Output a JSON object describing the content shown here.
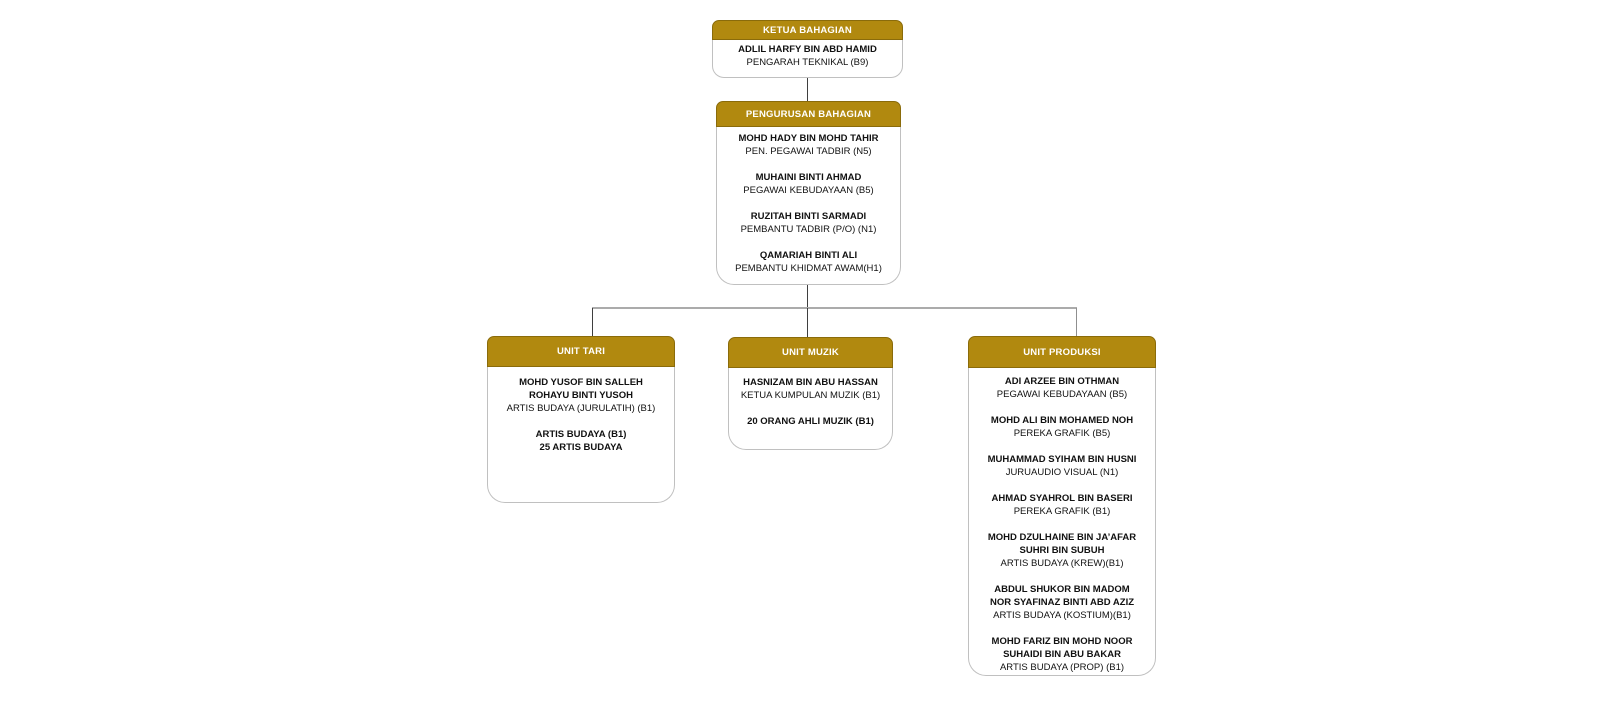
{
  "colors": {
    "header_background": "#B1890F",
    "header_border": "#8A6B0A",
    "header_text": "#FFFFFF",
    "body_border": "#C0C0C0",
    "body_text": "#111111",
    "connector_dark": "#3F3F3F",
    "connector_light": "#ABABAB"
  },
  "org_chart": {
    "connections": [
      {
        "from": "KETUA BAHAGIAN",
        "to": "PENGURUSAN BAHAGIAN"
      },
      {
        "from": "PENGURUSAN BAHAGIAN",
        "to": "UNIT TARI"
      },
      {
        "from": "PENGURUSAN BAHAGIAN",
        "to": "UNIT MUZIK"
      },
      {
        "from": "PENGURUSAN BAHAGIAN",
        "to": "UNIT PRODUKSI"
      }
    ],
    "boxes": [
      {
        "id": "ketua-bahagian",
        "title": "KETUA BAHAGIAN",
        "entries": [
          {
            "lines": [
              {
                "text": "ADLIL HARFY BIN ABD HAMID",
                "bold": true
              },
              {
                "text": "PENGARAH TEKNIKAL (B9)",
                "bold": false
              }
            ]
          }
        ]
      },
      {
        "id": "pengurusan-bahagian",
        "title": "PENGURUSAN BAHAGIAN",
        "entries": [
          {
            "lines": [
              {
                "text": "MOHD HADY BIN MOHD TAHIR",
                "bold": true
              },
              {
                "text": "PEN. PEGAWAI TADBIR (N5)",
                "bold": false
              }
            ]
          },
          {
            "lines": [
              {
                "text": "MUHAINI BINTI AHMAD",
                "bold": true
              },
              {
                "text": "PEGAWAI KEBUDAYAAN (B5)",
                "bold": false
              }
            ]
          },
          {
            "lines": [
              {
                "text": "RUZITAH BINTI SARMADI",
                "bold": true
              },
              {
                "text": "PEMBANTU TADBIR (P/O) (N1)",
                "bold": false
              }
            ]
          },
          {
            "lines": [
              {
                "text": "QAMARIAH BINTI ALI",
                "bold": true
              },
              {
                "text": "PEMBANTU KHIDMAT AWAM(H1)",
                "bold": false
              }
            ]
          }
        ]
      },
      {
        "id": "unit-tari",
        "title": "UNIT TARI",
        "entries": [
          {
            "lines": [
              {
                "text": "MOHD YUSOF BIN SALLEH",
                "bold": true
              },
              {
                "text": "ROHAYU BINTI YUSOH",
                "bold": true
              },
              {
                "text": "ARTIS BUDAYA (JURULATIH) (B1)",
                "bold": false
              }
            ]
          },
          {
            "lines": [
              {
                "text": "ARTIS BUDAYA (B1)",
                "bold": true
              },
              {
                "text": "25 ARTIS BUDAYA",
                "bold": true
              }
            ]
          }
        ]
      },
      {
        "id": "unit-muzik",
        "title": "UNIT MUZIK",
        "entries": [
          {
            "lines": [
              {
                "text": "HASNIZAM BIN ABU HASSAN",
                "bold": true
              },
              {
                "text": "KETUA KUMPULAN MUZIK (B1)",
                "bold": false
              }
            ]
          },
          {
            "lines": [
              {
                "text": "20 ORANG AHLI MUZIK (B1)",
                "bold": true
              }
            ]
          }
        ]
      },
      {
        "id": "unit-produksi",
        "title": "UNIT PRODUKSI",
        "entries": [
          {
            "lines": [
              {
                "text": "ADI ARZEE BIN OTHMAN",
                "bold": true
              },
              {
                "text": "PEGAWAI KEBUDAYAAN (B5)",
                "bold": false
              }
            ]
          },
          {
            "lines": [
              {
                "text": "MOHD ALI BIN MOHAMED NOH",
                "bold": true
              },
              {
                "text": "PEREKA GRAFIK (B5)",
                "bold": false
              }
            ]
          },
          {
            "lines": [
              {
                "text": "MUHAMMAD SYIHAM BIN HUSNI",
                "bold": true
              },
              {
                "text": "JURUAUDIO VISUAL (N1)",
                "bold": false
              }
            ]
          },
          {
            "lines": [
              {
                "text": "AHMAD SYAHROL BIN BASERI",
                "bold": true
              },
              {
                "text": "PEREKA GRAFIK (B1)",
                "bold": false
              }
            ]
          },
          {
            "lines": [
              {
                "text": "MOHD DZULHAINE BIN JA’AFAR",
                "bold": true
              },
              {
                "text": "SUHRI BIN SUBUH",
                "bold": true
              },
              {
                "text": "ARTIS BUDAYA (KREW)(B1)",
                "bold": false
              }
            ]
          },
          {
            "lines": [
              {
                "text": "ABDUL SHUKOR BIN MADOM",
                "bold": true
              },
              {
                "text": "NOR SYAFINAZ BINTI ABD AZIZ",
                "bold": true
              },
              {
                "text": "ARTIS BUDAYA (KOSTIUM)(B1)",
                "bold": false
              }
            ]
          },
          {
            "lines": [
              {
                "text": "MOHD FARIZ BIN MOHD NOOR",
                "bold": true
              },
              {
                "text": "SUHAIDI BIN ABU BAKAR",
                "bold": true
              },
              {
                "text": "ARTIS BUDAYA (PROP) (B1)",
                "bold": false
              }
            ]
          }
        ]
      }
    ]
  }
}
